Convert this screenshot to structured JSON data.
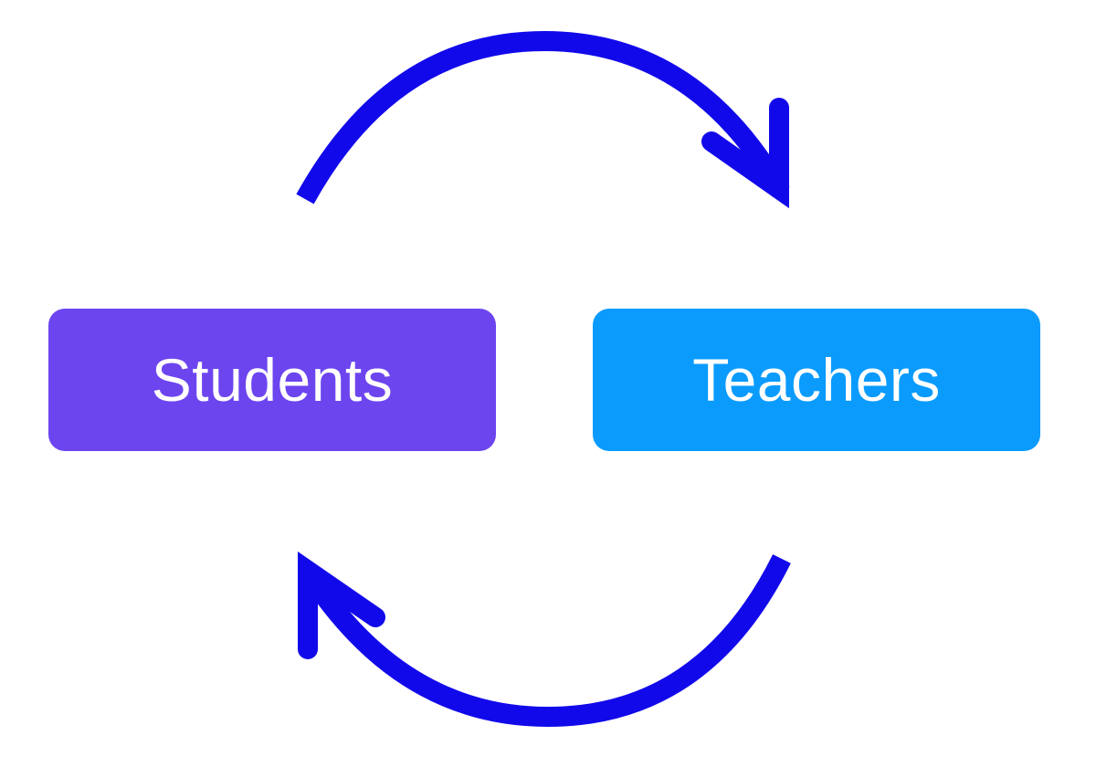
{
  "diagram": {
    "nodes": [
      {
        "id": "students",
        "label": "Students",
        "color": "#6c45ef"
      },
      {
        "id": "teachers",
        "label": "Teachers",
        "color": "#0a9bfd"
      }
    ],
    "edges": [
      {
        "from": "students",
        "to": "teachers"
      },
      {
        "from": "teachers",
        "to": "students"
      }
    ],
    "arrow_color": "#1209ea"
  }
}
